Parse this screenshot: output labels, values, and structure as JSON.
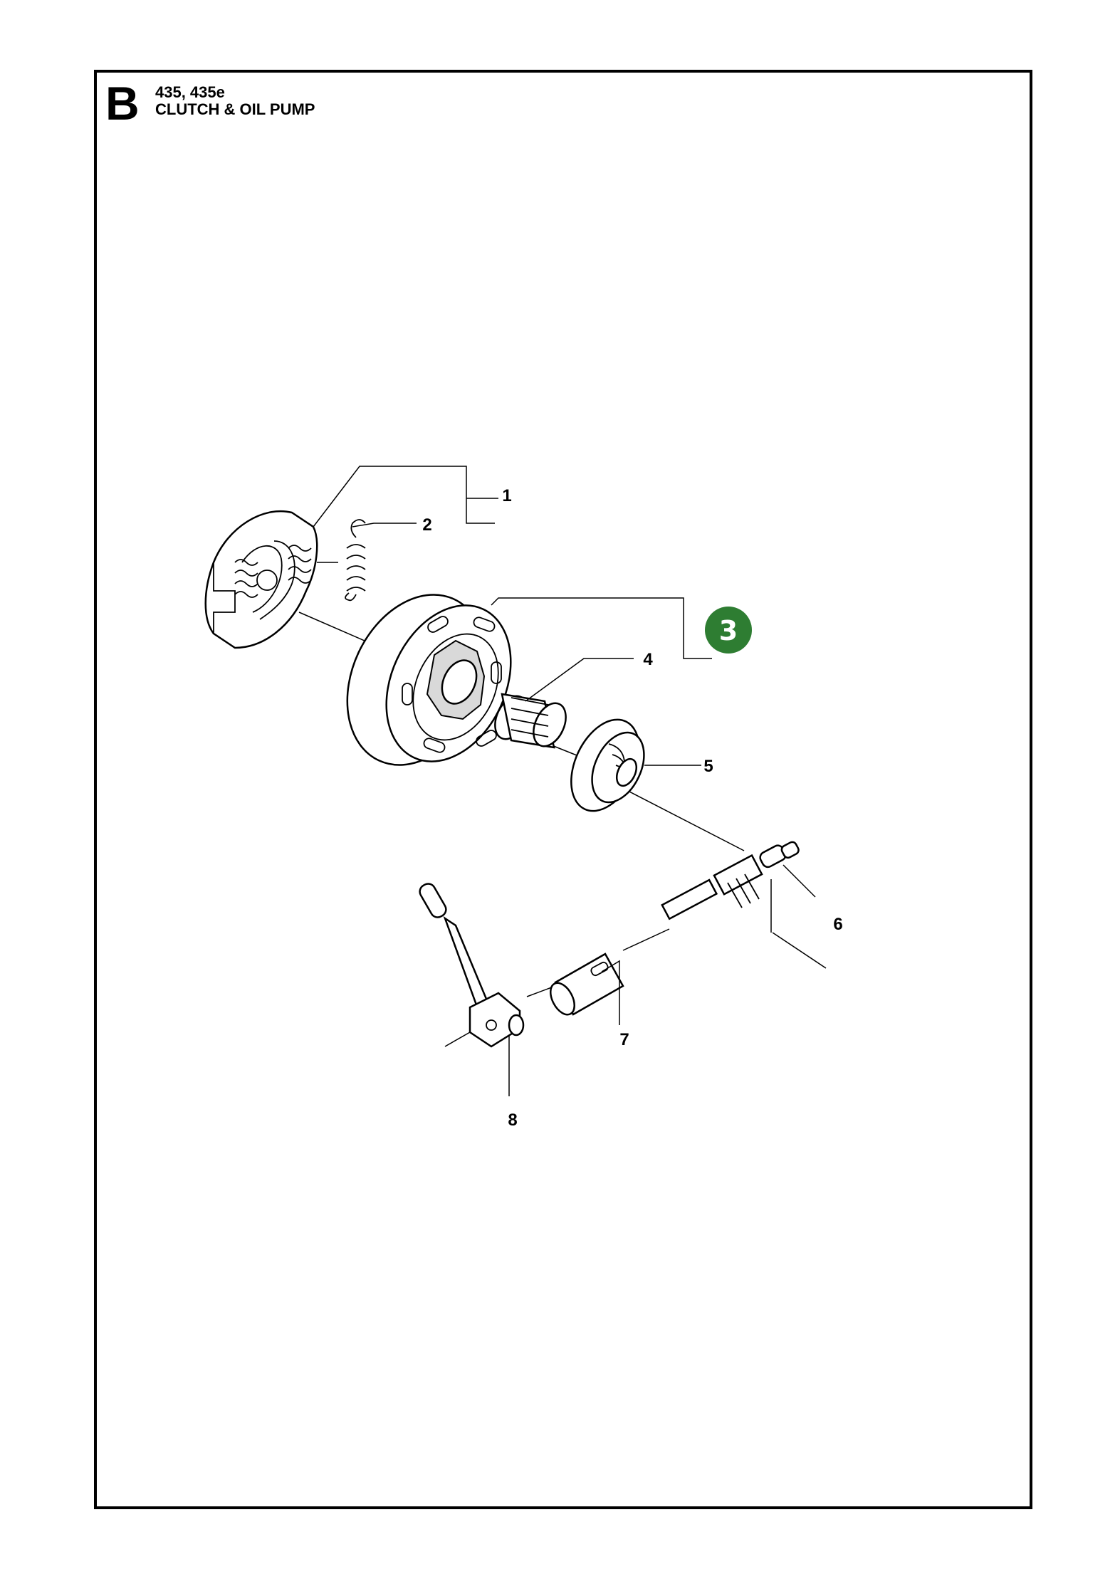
{
  "header": {
    "section": "B",
    "model": "435, 435e",
    "title": "CLUTCH & OIL PUMP"
  },
  "callouts": [
    {
      "id": "1",
      "text": "1",
      "highlight": false
    },
    {
      "id": "2",
      "text": "2",
      "highlight": false
    },
    {
      "id": "3",
      "text": "3",
      "highlight": true
    },
    {
      "id": "4",
      "text": "4",
      "highlight": false
    },
    {
      "id": "5",
      "text": "5",
      "highlight": false
    },
    {
      "id": "6",
      "text": "6",
      "highlight": false
    },
    {
      "id": "7",
      "text": "7",
      "highlight": false
    },
    {
      "id": "8",
      "text": "8",
      "highlight": false
    }
  ],
  "colors": {
    "highlight": "#2e7d32",
    "line": "#000000"
  }
}
